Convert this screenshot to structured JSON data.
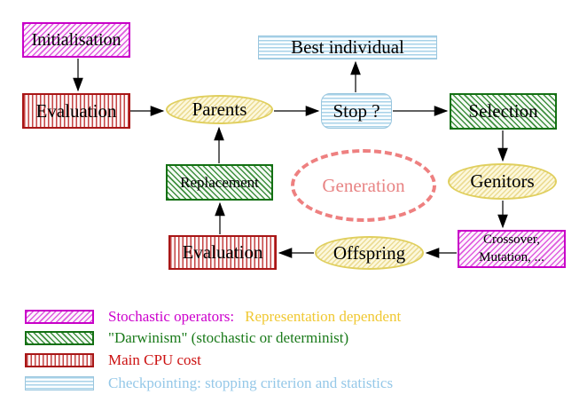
{
  "colors": {
    "magenta": "#cc00cc",
    "green": "#1a7a1a",
    "red": "#bb1a1a",
    "cyan": "#9ccbe6",
    "yellow": "#e0cf5e",
    "salmon": "#ee8080",
    "gold": "#f0c832",
    "arrow": "#000000"
  },
  "nodes": {
    "initialisation": {
      "label": "Initialisation"
    },
    "evaluation_top": {
      "label": "Evaluation"
    },
    "parents": {
      "label": "Parents"
    },
    "best_individual": {
      "label": "Best individual"
    },
    "stop": {
      "label": "Stop ?"
    },
    "selection": {
      "label": "Selection"
    },
    "replacement": {
      "label": "Replacement"
    },
    "generation": {
      "label": "Generation"
    },
    "genitors": {
      "label": "Genitors"
    },
    "offspring": {
      "label": "Offspring"
    },
    "evaluation_bottom": {
      "label": "Evaluation"
    },
    "operators": {
      "line1": "Crossover,",
      "line2": "Mutation, ..."
    }
  },
  "legend": {
    "items": [
      {
        "text": "Stochastic operators:",
        "suffix": "Representation dependent"
      },
      {
        "text": "\"Darwinism\" (stochastic or determinist)",
        "suffix": ""
      },
      {
        "text": "Main CPU cost",
        "suffix": ""
      },
      {
        "text": "Checkpointing: stopping criterion and statistics",
        "suffix": ""
      }
    ]
  }
}
